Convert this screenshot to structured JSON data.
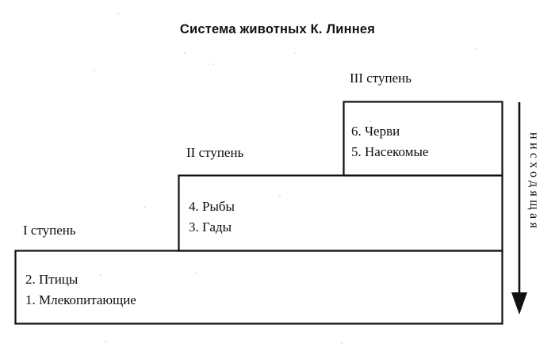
{
  "diagram": {
    "title": "Система животных К. Линнея",
    "type": "staircase-hierarchy",
    "direction_label": "нисходящая",
    "direction_arrow": "down-arrow",
    "steps": [
      {
        "caption": "I ступень",
        "level": 1,
        "taxa": [
          "2. Птицы",
          "1. Млекопитающие"
        ]
      },
      {
        "caption": "II ступень",
        "level": 2,
        "taxa": [
          "4. Рыбы",
          "3. Гады"
        ]
      },
      {
        "caption": "III ступень",
        "level": 3,
        "taxa": [
          "6. Черви",
          "5. Насекомые"
        ]
      }
    ],
    "colors": {
      "background": "#ffffff",
      "ink": "#000000",
      "text": "#0d0d0d"
    }
  }
}
